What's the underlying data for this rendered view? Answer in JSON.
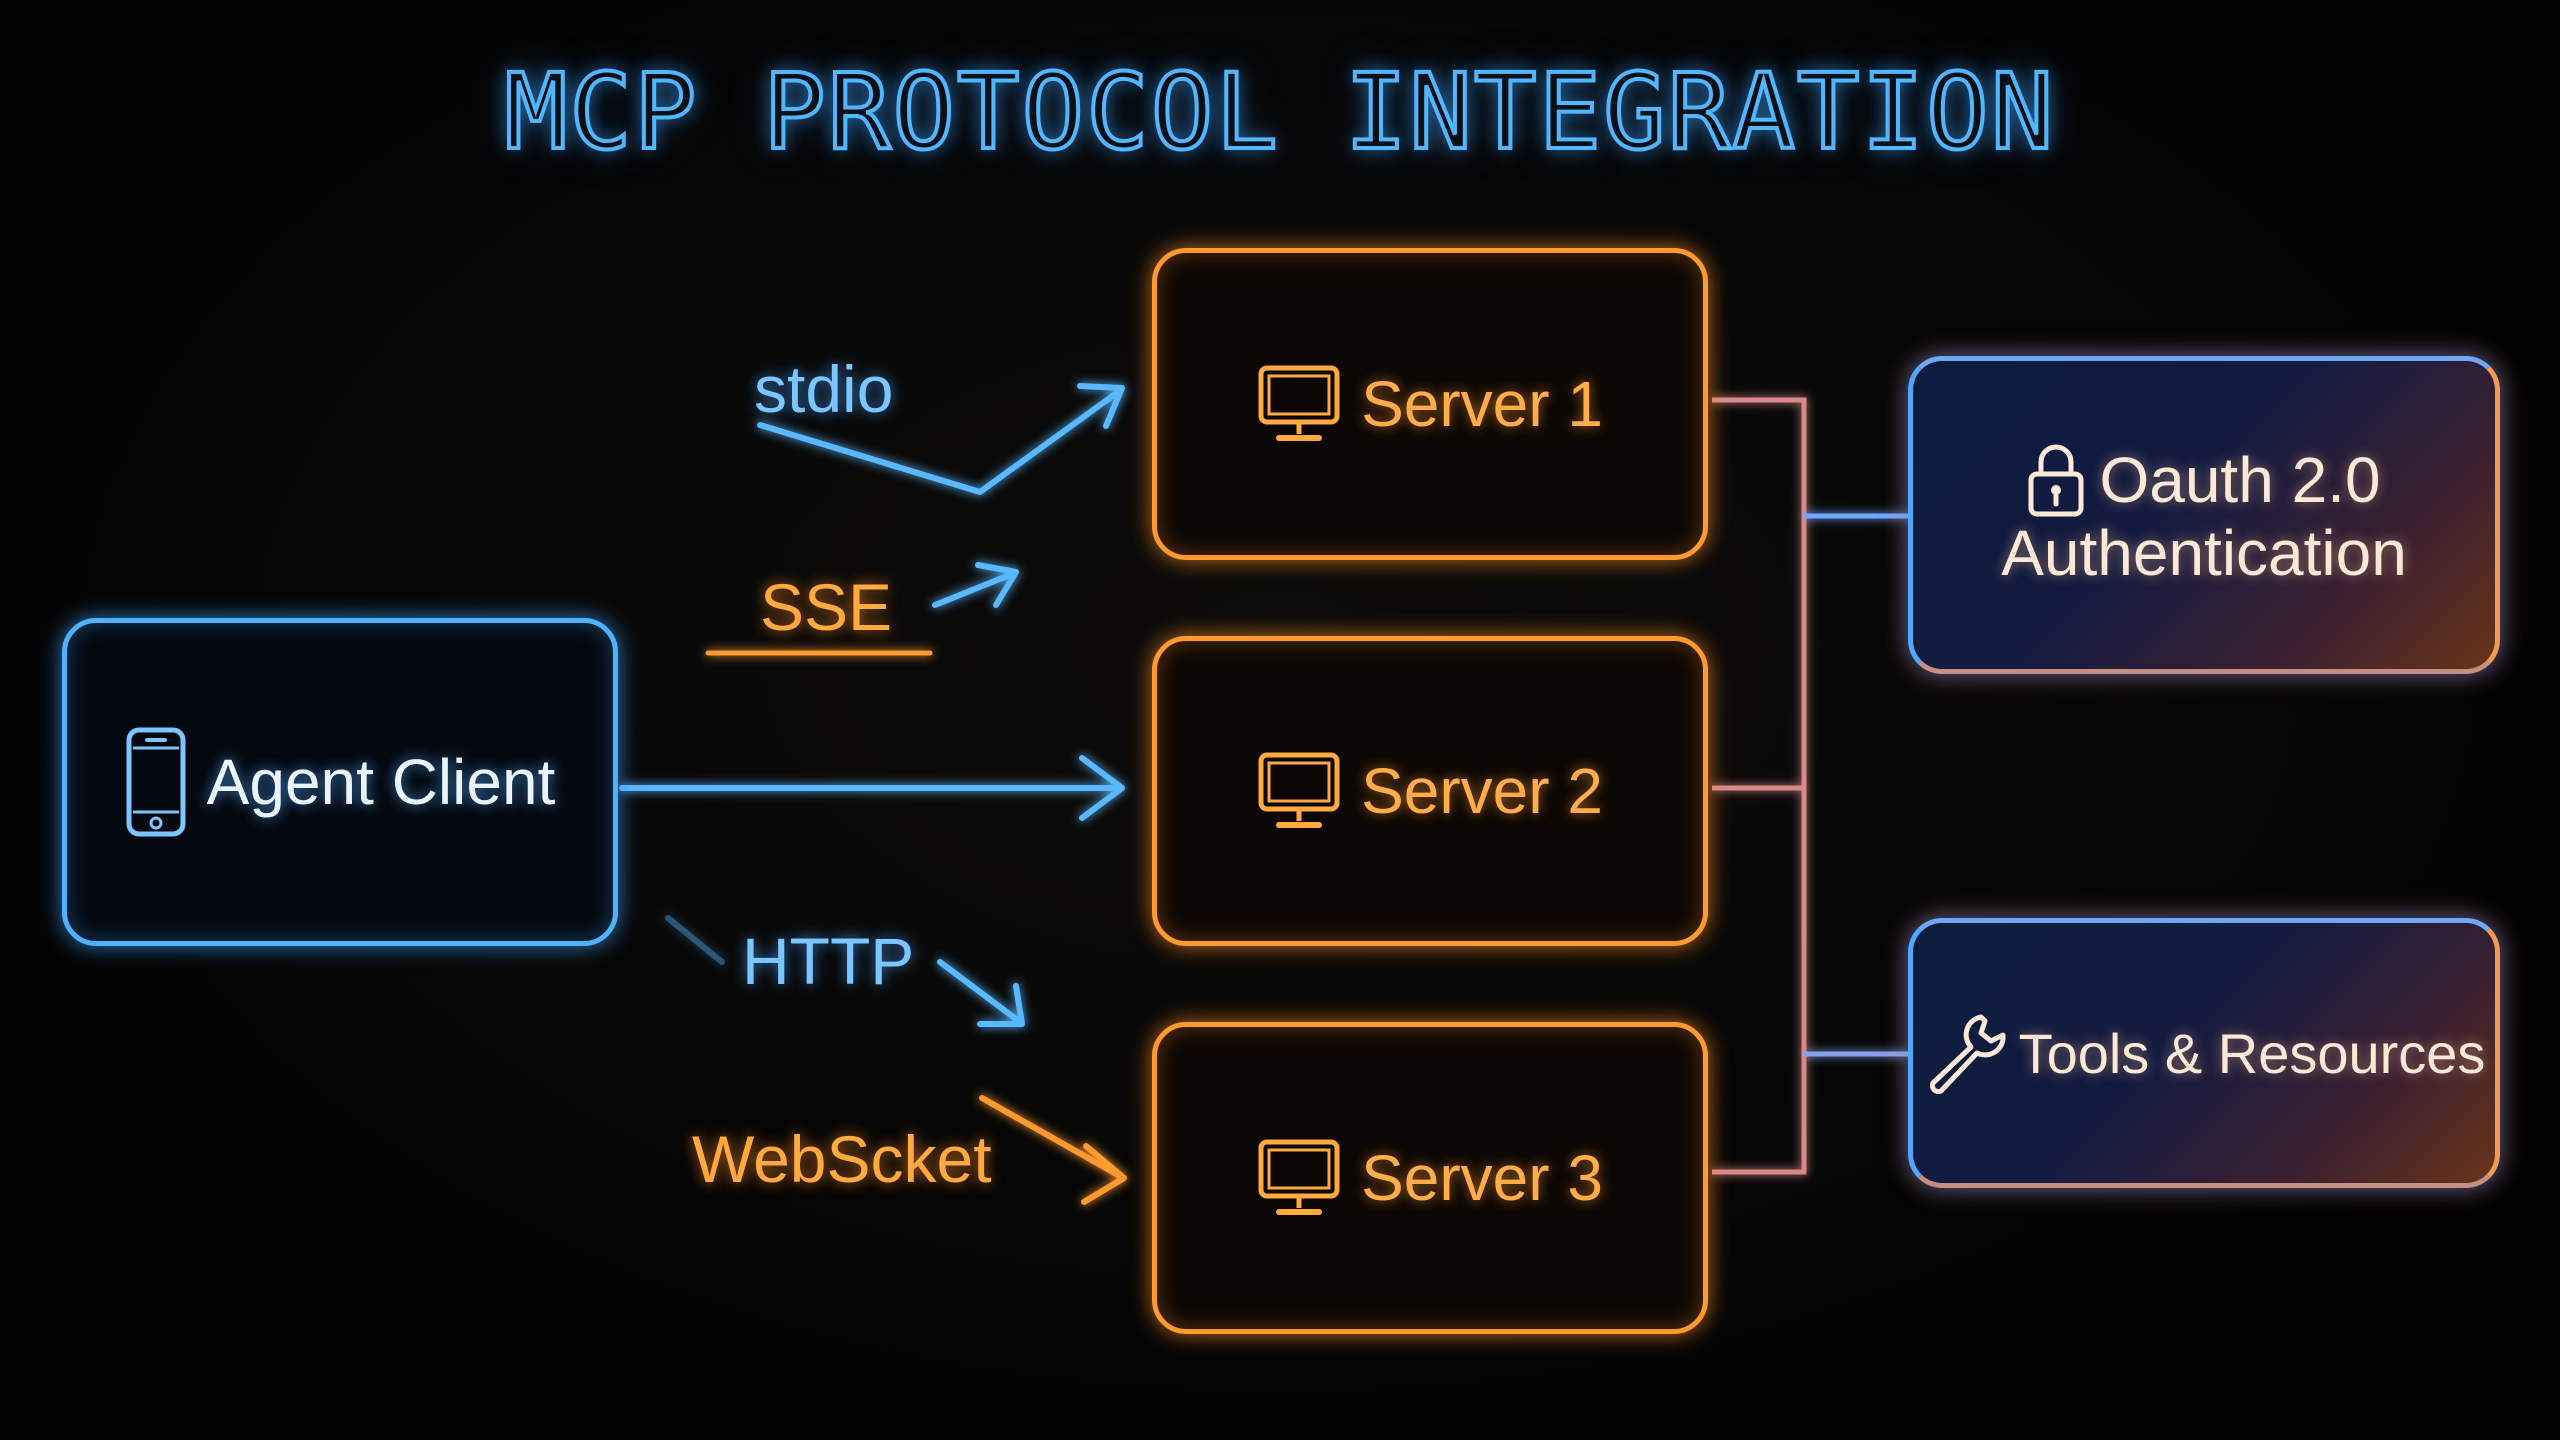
{
  "title": "MCP PROTOCOL INTEGRATION",
  "client": {
    "label": "Agent Client",
    "icon": "smartphone-icon"
  },
  "protocols": [
    {
      "label": "stdio",
      "color": "#7cc6ff"
    },
    {
      "label": "SSE",
      "color": "#ffa93e"
    },
    {
      "label": "HTTP",
      "color": "#7cc6ff"
    },
    {
      "label": "WebScket",
      "color": "#ffa93e"
    }
  ],
  "servers": [
    {
      "label": "Server 1",
      "icon": "monitor-icon"
    },
    {
      "label": "Server 2",
      "icon": "monitor-icon"
    },
    {
      "label": "Server 3",
      "icon": "monitor-icon"
    }
  ],
  "services": {
    "auth": {
      "line1": "Oauth 2.0",
      "line2": "Authentication",
      "icon": "lock-icon"
    },
    "tools": {
      "label": "Tools & Resources",
      "icon": "wrench-icon"
    }
  },
  "colors": {
    "accent_blue": "#4fb2ff",
    "accent_orange": "#ff9a2e",
    "background": "#050505"
  }
}
